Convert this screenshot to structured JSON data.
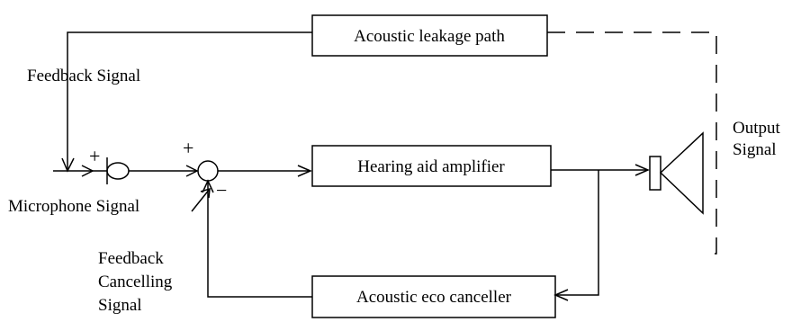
{
  "blocks": {
    "leakage": "Acoustic leakage path",
    "amplifier": "Hearing aid amplifier",
    "canceller": "Acoustic eco canceller"
  },
  "labels": {
    "feedback_signal": "Feedback Signal",
    "microphone_signal": "Microphone Signal",
    "output_line1": "Output",
    "output_line2": "Signal",
    "fcs_line1": "Feedback",
    "fcs_line2": "Cancelling",
    "fcs_line3": "Signal"
  },
  "signs": {
    "sum1_plus": "+",
    "sum2_plus": "+",
    "sum2_minus": "−"
  }
}
